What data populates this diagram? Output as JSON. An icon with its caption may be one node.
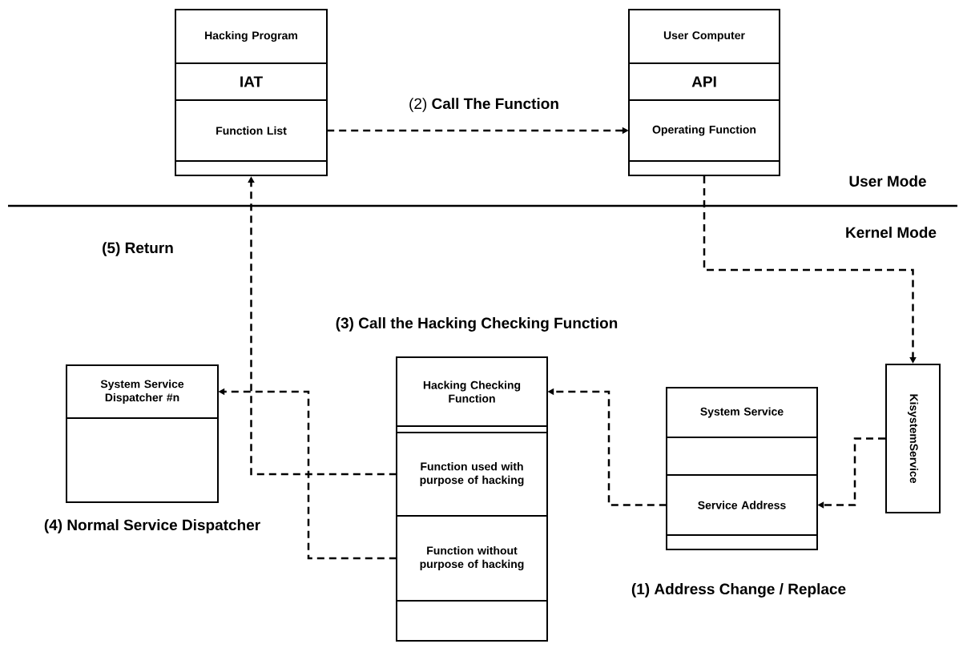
{
  "diagram": {
    "nodes": [
      {
        "text": [],
        "shape": "box"
      },
      {
        "text": [
          "Hacking Program"
        ],
        "in": 0
      },
      {
        "text": [
          "IAT"
        ],
        "in": 0
      },
      {
        "text": [
          "Function List"
        ],
        "in": 0
      },
      {
        "text": [],
        "shape": "box"
      },
      {
        "text": [
          "User Computer"
        ],
        "in": 4
      },
      {
        "text": [
          "API"
        ],
        "in": 4
      },
      {
        "text": [
          "Operating Function"
        ],
        "in": 4
      },
      {
        "text": [],
        "shape": "box"
      },
      {
        "text": [
          "System Service Dispatcher #n"
        ],
        "in": 8
      },
      {
        "text": [],
        "shape": "box"
      },
      {
        "text": [
          "Hacking Checking Function"
        ],
        "in": 10
      },
      {
        "text": [
          "Function used with purpose of hacking"
        ],
        "in": 10
      },
      {
        "text": [
          "Function without purpose of hacking"
        ],
        "in": 10
      },
      {
        "text": [],
        "shape": "box"
      },
      {
        "text": [
          "System Service"
        ],
        "in": 14
      },
      {
        "text": [
          "Service Address"
        ],
        "in": 14
      },
      {
        "text": [
          "KisystemService"
        ]
      }
    ],
    "edges": [
      {
        "from": 3,
        "to": 7,
        "arrow": "to",
        "style": "dashed",
        "label": "(2) **Call The Function**"
      },
      {
        "from": 4,
        "to": 17,
        "arrow": "to",
        "style": "dashed"
      },
      {
        "from": 17,
        "to": 16,
        "arrow": "to",
        "style": "dashed"
      },
      {
        "from": 16,
        "to": 11,
        "arrow": "to",
        "style": "dashed"
      },
      {
        "from": 12,
        "to": 0,
        "arrow": "to",
        "style": "dashed"
      },
      {
        "from": 13,
        "to": 9,
        "arrow": "to",
        "style": "dashed"
      }
    ],
    "labels": [
      "User Mode",
      "Kernel Mode",
      "(5) **Return**",
      "(3) **Call the Hacking Checking Function**",
      "(4) **Normal Service Dispatcher**",
      "(1) **Address Change / Replace**"
    ]
  }
}
